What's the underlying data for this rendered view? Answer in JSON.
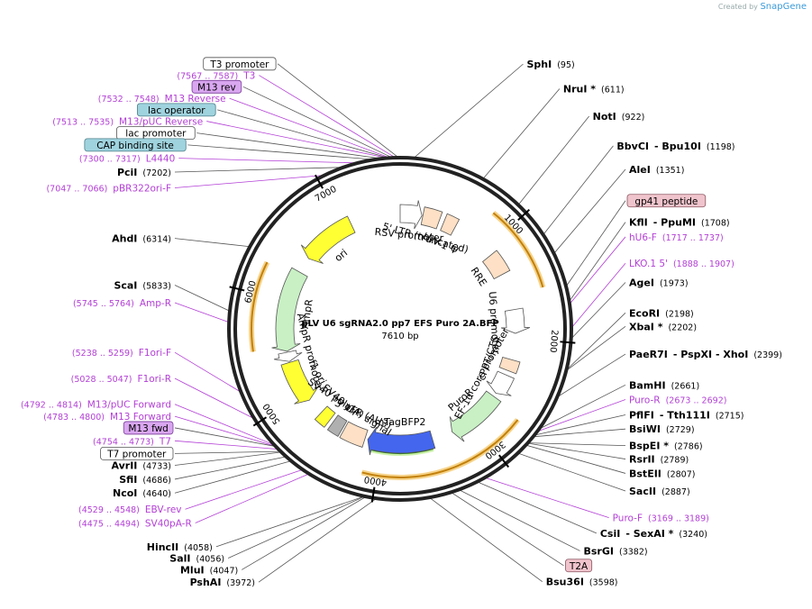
{
  "credit": {
    "prefix": "Created by",
    "brand": "SnapGene"
  },
  "plasmid": {
    "name": "pLV U6 sgRNA2.0 pp7 EFS Puro 2A.BFP",
    "size": "7610 bp",
    "length": 7610
  },
  "ticks": [
    "1000",
    "2000",
    "3000",
    "4000",
    "5000",
    "6000",
    "7000"
  ],
  "enzymes": [
    {
      "name": "SphI",
      "pos": "(95)",
      "bp": 95
    },
    {
      "name": "NruI *",
      "pos": "(611)",
      "bp": 611
    },
    {
      "name": "NotI",
      "pos": "(922)",
      "bp": 922
    },
    {
      "name": "BbvCI",
      "name2": "- Bpu10I",
      "pos": "(1198)",
      "bp": 1198
    },
    {
      "name": "AleI",
      "pos": "(1351)",
      "bp": 1351
    },
    {
      "name": "KflI",
      "name2": "- PpuMI",
      "pos": "(1708)",
      "bp": 1708
    },
    {
      "name": "AgeI",
      "pos": "(1973)",
      "bp": 1973
    },
    {
      "name": "EcoRI",
      "pos": "(2198)",
      "bp": 2198
    },
    {
      "name": "XbaI *",
      "pos": "(2202)",
      "bp": 2202
    },
    {
      "name": "PaeR7I",
      "name2": "- PspXI   - XhoI",
      "pos": "(2399)",
      "bp": 2399
    },
    {
      "name": "BamHI",
      "pos": "(2661)",
      "bp": 2661
    },
    {
      "name": "PflFI",
      "name2": "- Tth111I",
      "pos": "(2715)",
      "bp": 2715
    },
    {
      "name": "BsiWI",
      "pos": "(2729)",
      "bp": 2729
    },
    {
      "name": "BspEI *",
      "pos": "(2786)",
      "bp": 2786
    },
    {
      "name": "RsrII",
      "pos": "(2789)",
      "bp": 2789
    },
    {
      "name": "BstEII",
      "pos": "(2807)",
      "bp": 2807
    },
    {
      "name": "SacII",
      "pos": "(2887)",
      "bp": 2887
    },
    {
      "name": "CsiI",
      "name2": "- SexAI *",
      "pos": "(3240)",
      "bp": 3240
    },
    {
      "name": "BsrGI",
      "pos": "(3382)",
      "bp": 3382
    },
    {
      "name": "Bsu36I",
      "pos": "(3598)",
      "bp": 3598
    },
    {
      "name": "PshAI",
      "pos": "(3972)",
      "bp": 3972
    },
    {
      "name": "MluI",
      "pos": "(4047)",
      "bp": 4047
    },
    {
      "name": "SalI",
      "pos": "(4056)",
      "bp": 4056
    },
    {
      "name": "HincII",
      "pos": "(4058)",
      "bp": 4058
    },
    {
      "name": "NcoI",
      "pos": "(4640)",
      "bp": 4640
    },
    {
      "name": "SfiI",
      "pos": "(4686)",
      "bp": 4686
    },
    {
      "name": "AvrII",
      "pos": "(4733)",
      "bp": 4733
    },
    {
      "name": "ScaI",
      "pos": "(5833)",
      "bp": 5833
    },
    {
      "name": "AhdI",
      "pos": "(6314)",
      "bp": 6314
    },
    {
      "name": "PciI",
      "pos": "(7202)",
      "bp": 7202
    }
  ],
  "primers": [
    {
      "name": "T3",
      "pos": "(7567 .. 7587)",
      "bp": 7577
    },
    {
      "name": "M13 Reverse",
      "pos": "(7532 .. 7548)",
      "bp": 7540
    },
    {
      "name": "M13/pUC Reverse",
      "pos": "(7513 .. 7535)",
      "bp": 7524
    },
    {
      "name": "L4440",
      "pos": "(7300 .. 7317)",
      "bp": 7308
    },
    {
      "name": "pBR322ori-F",
      "pos": "(7047 .. 7066)",
      "bp": 7056
    },
    {
      "name": "hU6-F",
      "pos": "(1717 .. 1737)",
      "bp": 1727
    },
    {
      "name": "LKO.1 5'",
      "pos": "(1888 .. 1907)",
      "bp": 1897
    },
    {
      "name": "Puro-R",
      "pos": "(2673 .. 2692)",
      "bp": 2682
    },
    {
      "name": "Puro-F",
      "pos": "(3169 .. 3189)",
      "bp": 3179
    },
    {
      "name": "Amp-R",
      "pos": "(5745 .. 5764)",
      "bp": 5754
    },
    {
      "name": "F1ori-F",
      "pos": "(5238 .. 5259)",
      "bp": 5248
    },
    {
      "name": "F1ori-R",
      "pos": "(5028 .. 5047)",
      "bp": 5037
    },
    {
      "name": "M13/pUC Forward",
      "pos": "(4792 .. 4814)",
      "bp": 4803
    },
    {
      "name": "M13 Forward",
      "pos": "(4783 .. 4800)",
      "bp": 4791
    },
    {
      "name": "T7",
      "pos": "(4754 .. 4773)",
      "bp": 4763
    },
    {
      "name": "EBV-rev",
      "pos": "(4529 .. 4548)",
      "bp": 4538
    },
    {
      "name": "SV40pA-R",
      "pos": "(4475 .. 4494)",
      "bp": 4484
    }
  ],
  "boxes": [
    {
      "name": "T3 promoter",
      "bp": 7600,
      "color": "#ffffff",
      "border": "#555555"
    },
    {
      "name": "M13 rev",
      "bp": 7556,
      "color": "#d9a6f0",
      "border": "#7a3f99"
    },
    {
      "name": "lac operator",
      "bp": 7530,
      "color": "#9fd3de",
      "border": "#4c7f88"
    },
    {
      "name": "lac promoter",
      "bp": 7480,
      "color": "#ffffff",
      "border": "#555555"
    },
    {
      "name": "CAP binding site",
      "bp": 7430,
      "color": "#9fd3de",
      "border": "#4c7f88"
    },
    {
      "name": "gp41 peptide",
      "bp": 1600,
      "color": "#f0c4cc",
      "border": "#8a5560"
    },
    {
      "name": "T2A",
      "bp": 3440,
      "color": "#f0c4cc",
      "border": "#8a5560"
    },
    {
      "name": "M13 fwd",
      "bp": 4790,
      "color": "#d9a6f0",
      "border": "#7a3f99"
    },
    {
      "name": "T7 promoter",
      "bp": 4740,
      "color": "#ffffff",
      "border": "#555555"
    }
  ],
  "features": [
    {
      "name": "RSV promoter",
      "start": 0,
      "end": 230,
      "dir": 1,
      "color": "#ffffff"
    },
    {
      "name": "5' LTR (truncated)",
      "start": 240,
      "end": 420,
      "dir": 0,
      "color": "#fde0c5"
    },
    {
      "name": "HIV-1 Ψ",
      "start": 470,
      "end": 600,
      "dir": 0,
      "color": "#fde0c5"
    },
    {
      "name": "RRE",
      "start": 1075,
      "end": 1310,
      "dir": 0,
      "color": "#fde0c5"
    },
    {
      "name": "U6 promoter",
      "start": 1700,
      "end": 1950,
      "dir": 1,
      "color": "#ffffff"
    },
    {
      "name": "cPPT/CTS",
      "start": 2230,
      "end": 2350,
      "dir": 0,
      "color": "#fde0c5"
    },
    {
      "name": "EF-1α core promoter",
      "start": 2400,
      "end": 2620,
      "dir": 1,
      "color": "#ffffff"
    },
    {
      "name": "PuroR",
      "start": 2660,
      "end": 3240,
      "dir": 1,
      "color": "#c8f0c4"
    },
    {
      "name": "mTagBFP2",
      "start": 3460,
      "end": 4150,
      "dir": 1,
      "color": "#4466ee"
    },
    {
      "name": "3' LTR (AU3)",
      "start": 4180,
      "end": 4420,
      "dir": 0,
      "color": "#fde0c5"
    },
    {
      "name": "SV40 poly(A) signal",
      "start": 4440,
      "end": 4560,
      "dir": 0,
      "color": "#b0b0b0"
    },
    {
      "name": "SV40 ori",
      "start": 4600,
      "end": 4720,
      "dir": 0,
      "color": "#ffff33"
    },
    {
      "name": "f1 ori",
      "start": 4900,
      "end": 5350,
      "dir": -1,
      "color": "#ffff33"
    },
    {
      "name": "AmpR promoter",
      "start": 5360,
      "end": 5460,
      "dir": -1,
      "color": "#ffffff"
    },
    {
      "name": "AmpR",
      "start": 5470,
      "end": 6330,
      "dir": -1,
      "color": "#c8f0c4"
    },
    {
      "name": "ori",
      "start": 6500,
      "end": 7080,
      "dir": -1,
      "color": "#ffff33"
    }
  ]
}
